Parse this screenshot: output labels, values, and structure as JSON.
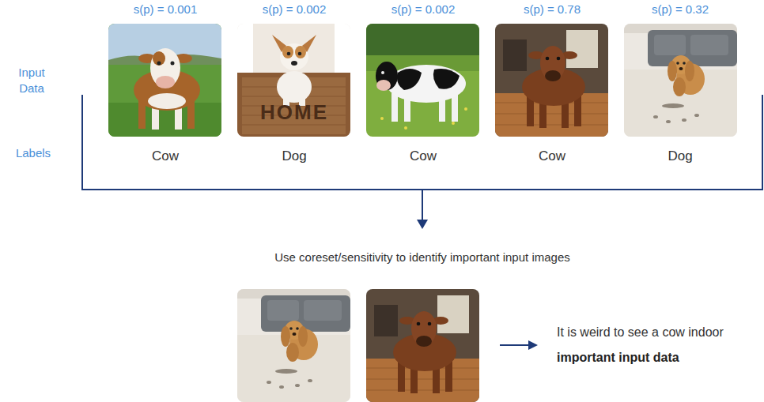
{
  "diagram": {
    "labels": [
      "s(p) = 0.001",
      "s(p) = 0.002",
      "s(p) = 0.002",
      "s(p) = 0.78",
      "s(p) = 0.32",
      "Input Data",
      "HOME",
      "Labels",
      "Cow",
      "Dog",
      "Cow",
      "Cow",
      "Dog",
      "Use coreset/sensitivity to identify important input images",
      "It is weird to see a cow indoor",
      "important input data"
    ]
  }
}
